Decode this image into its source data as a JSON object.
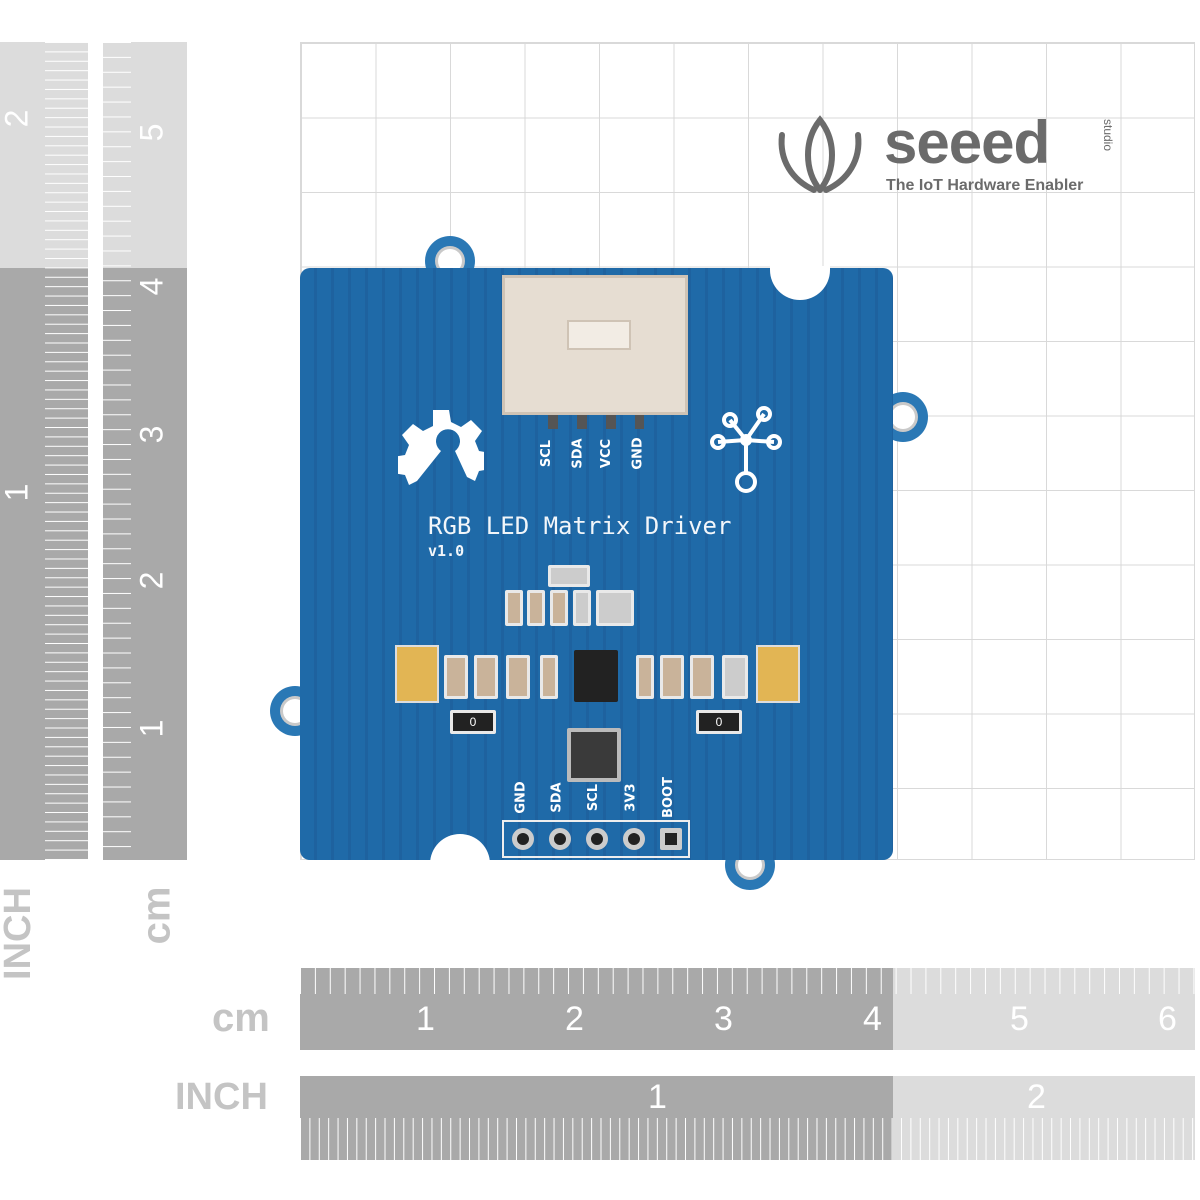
{
  "brand": {
    "name": "seeed",
    "suffix": "studio",
    "tagline": "The IoT Hardware Enabler",
    "color": "#6b6b6b"
  },
  "board": {
    "title": "RGB LED Matrix Driver",
    "version": "v1.0",
    "top_pins": [
      "SCL",
      "SDA",
      "VCC",
      "GND"
    ],
    "bottom_pins": [
      "GND",
      "SDA",
      "SCL",
      "3V3",
      "BOOT"
    ],
    "resistor_marks": [
      "0",
      "0"
    ],
    "color": "#1f6aa8"
  },
  "left_rulers": {
    "inch_unit": "INCH",
    "cm_unit": "cm",
    "inch_labels": [
      "2",
      "1"
    ],
    "cm_labels": [
      "5",
      "4",
      "3",
      "2",
      "1"
    ]
  },
  "bottom_rulers": {
    "cm_unit": "cm",
    "inch_unit": "INCH",
    "cm_labels": [
      "1",
      "2",
      "3",
      "4",
      "5",
      "6"
    ],
    "inch_labels": [
      "1",
      "2"
    ]
  }
}
